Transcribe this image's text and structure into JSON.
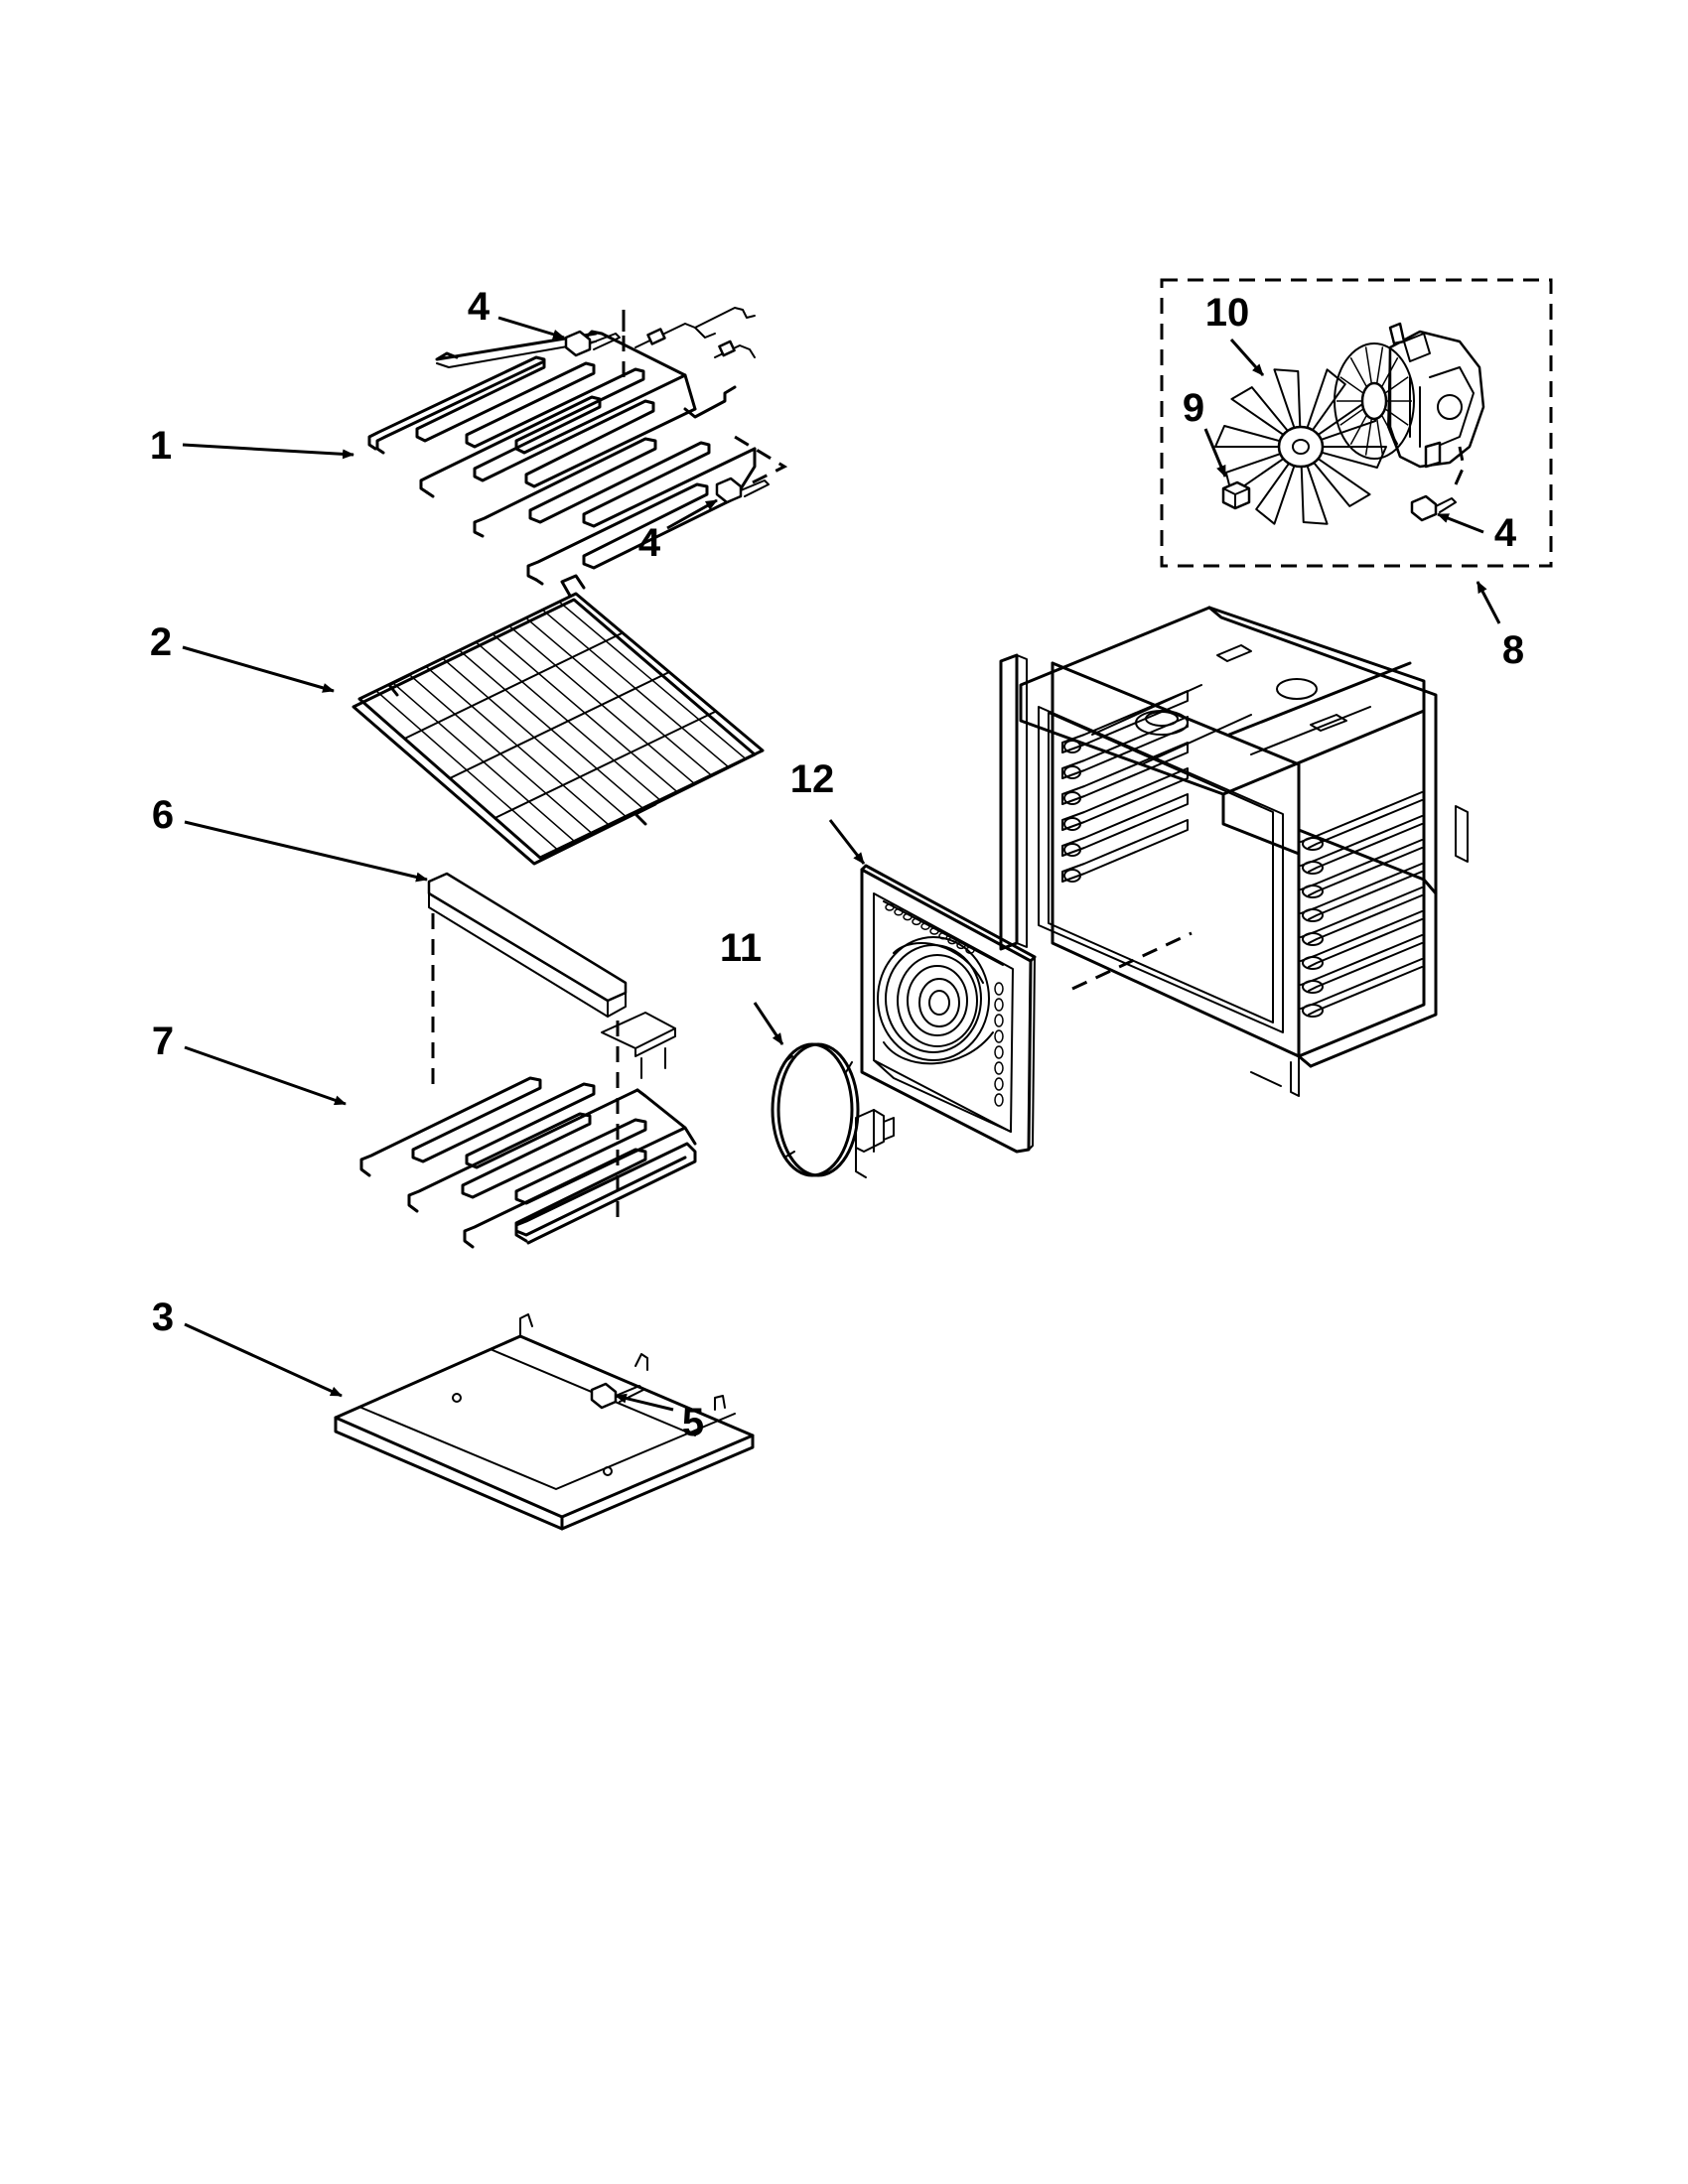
{
  "callouts": {
    "c1": "1",
    "c2": "2",
    "c3": "3",
    "c4a": "4",
    "c4b": "4",
    "c4c": "4",
    "c5": "5",
    "c6": "6",
    "c7": "7",
    "c8": "8",
    "c9": "9",
    "c10": "10",
    "c11": "11",
    "c12": "12"
  },
  "colors": {
    "ink": "#000000",
    "paper": "#ffffff"
  }
}
